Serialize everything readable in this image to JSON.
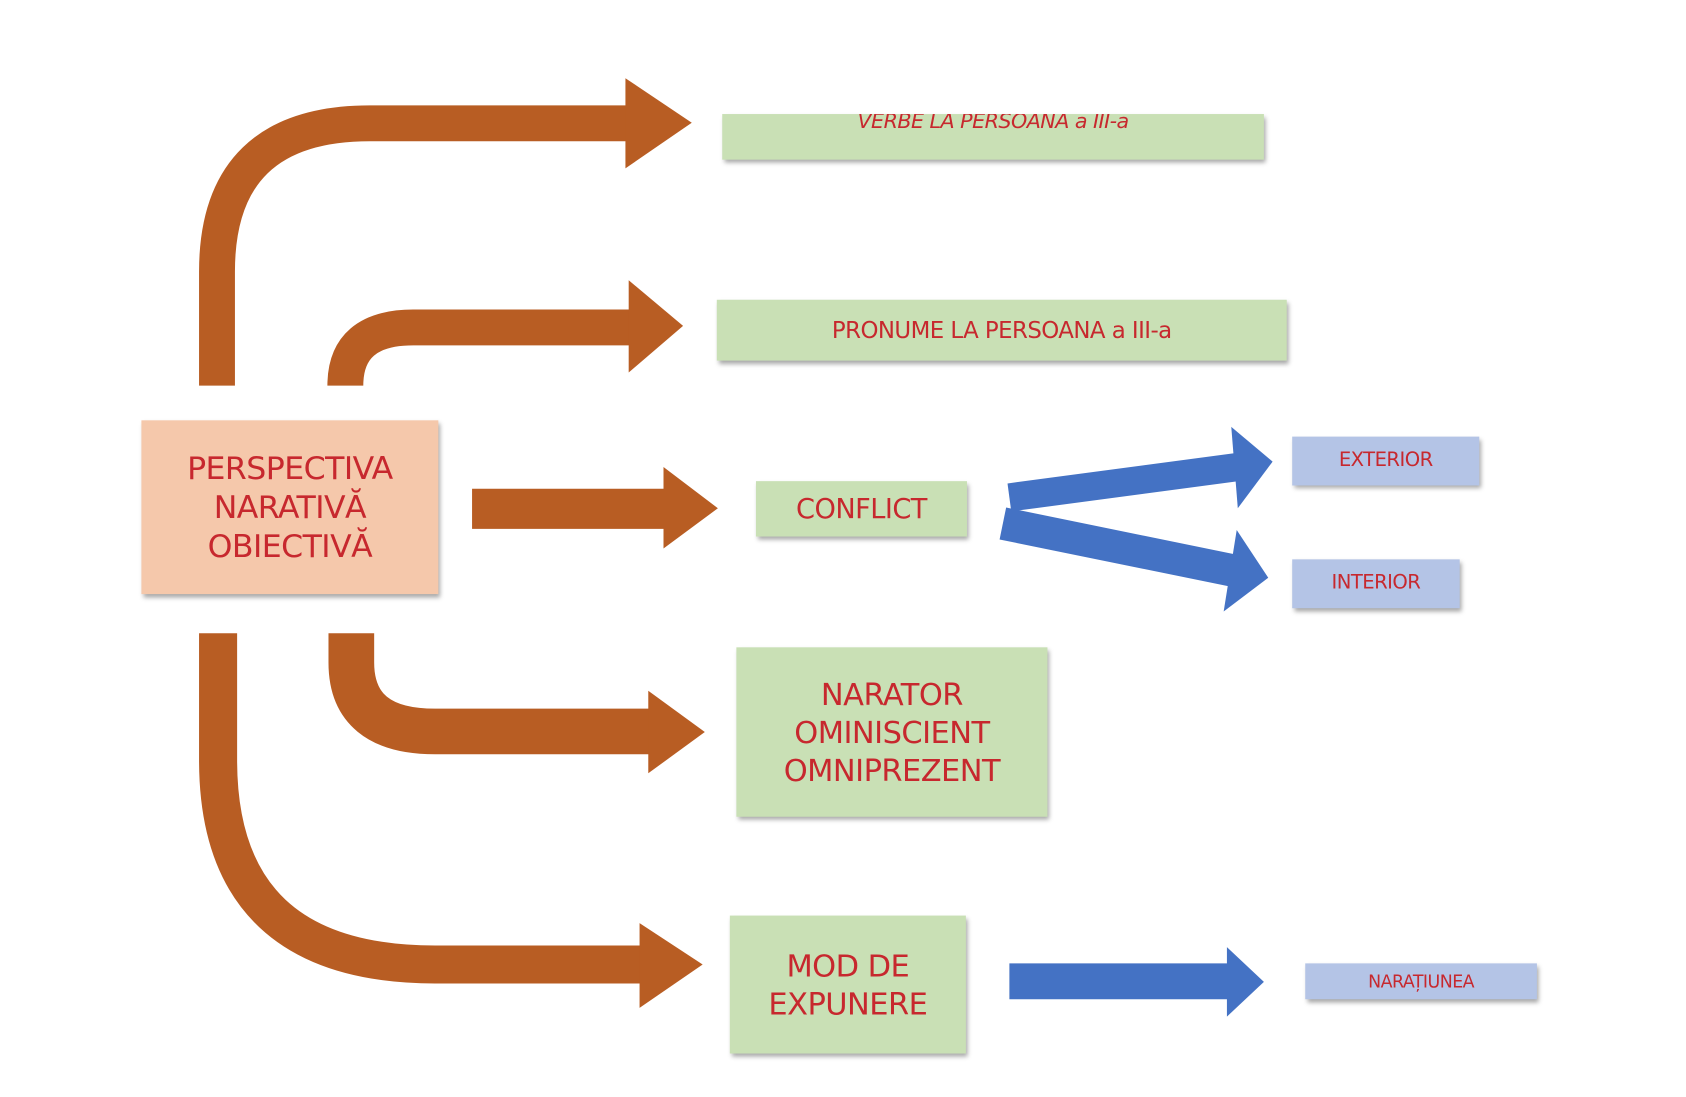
{
  "colors": {
    "main_box": "#f5c8ab",
    "green_box": "#c9e0b5",
    "blue_box": "#b4c4e6",
    "brown_arrow": "#b85d23",
    "blue_arrow": "#4472c4",
    "text": "#c7282e"
  },
  "nodes": {
    "main": "PERSPECTIVA\nNARATIVĂ\nOBIECTIVĂ",
    "verbe": "VERBE LA PERSOANA a III-a",
    "pronume": "PRONUME LA PERSOANA a III-a",
    "conflict": "CONFLICT",
    "exterior": "EXTERIOR",
    "interior": "INTERIOR",
    "narator": "NARATOR\nOMINISCIENT\nOMNIPREZENT",
    "mod_expunere": "MOD DE\nEXPUNERE",
    "naratiunea": "NARAȚIUNEA"
  }
}
